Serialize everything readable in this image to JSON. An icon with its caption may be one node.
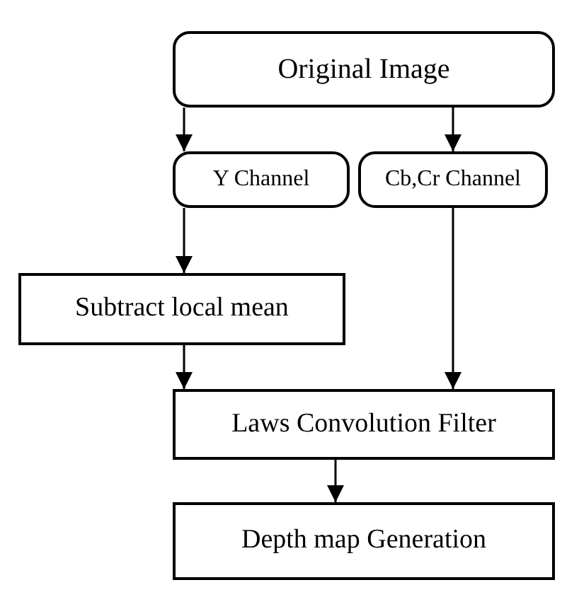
{
  "diagram": {
    "nodes": [
      {
        "text": [
          "Original Image"
        ]
      },
      {
        "text": [
          "Y Channel"
        ]
      },
      {
        "text": [
          "Cb,Cr Channel"
        ]
      },
      {
        "text": [
          "Subtract local mean"
        ]
      },
      {
        "text": [
          "Laws Convolution Filter"
        ]
      },
      {
        "text": [
          "Depth map Generation"
        ]
      }
    ],
    "edges": [
      {
        "from": 0,
        "to": 1,
        "arrow": "to"
      },
      {
        "from": 0,
        "to": 2,
        "arrow": "to"
      },
      {
        "from": 1,
        "to": 3,
        "arrow": "to"
      },
      {
        "from": 3,
        "to": 4,
        "arrow": "to"
      },
      {
        "from": 2,
        "to": 4,
        "arrow": "to"
      },
      {
        "from": 4,
        "to": 5,
        "arrow": "to"
      }
    ]
  }
}
